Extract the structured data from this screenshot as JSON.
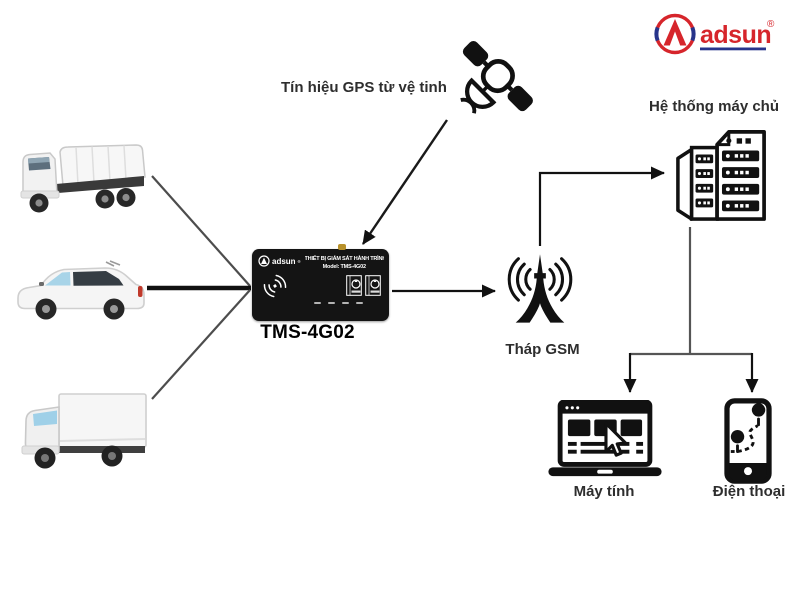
{
  "brand": {
    "name": "adsun",
    "registered_mark": "®"
  },
  "labels": {
    "gps_signal": "Tín hiệu GPS từ vệ tinh",
    "server_system": "Hệ thống máy chủ",
    "gsm_tower": "Tháp GSM",
    "computer": "Máy tính",
    "phone": "Điện thoại",
    "device_model": "TMS-4G02"
  },
  "device": {
    "brand": "adsun",
    "registered_mark": "®",
    "title": "THIẾT BỊ GIÁM SÁT HÀNH TRÌNH",
    "model_line": "Model: TMS-4G02"
  },
  "colors": {
    "brand_red": "#d6252b",
    "brand_blue": "#27348b",
    "icon_black": "#111111",
    "line_gray": "#4d4d4d",
    "label_text": "#2e2e2e",
    "device_body": "#141414",
    "antenna_gold": "#b8912a",
    "window_blue": "#a8d4e8",
    "taillight_red": "#c0392b"
  },
  "icons": {
    "satellite": "satellite-icon",
    "server_system": "server-rack-icon",
    "gsm_tower": "radio-tower-icon",
    "computer": "laptop-icon",
    "phone": "smartphone-icon",
    "vehicle_1": "dump-truck-icon",
    "vehicle_2": "minivan-icon",
    "vehicle_3": "box-truck-icon",
    "device_wifi": "signal-arcs-icon",
    "brand_logo": "adsun-logo"
  },
  "diagram": {
    "nodes": [
      {
        "id": "dump-truck",
        "type": "vehicle"
      },
      {
        "id": "minivan",
        "type": "vehicle"
      },
      {
        "id": "box-truck",
        "type": "vehicle"
      },
      {
        "id": "satellite",
        "label": "Tín hiệu GPS từ vệ tinh"
      },
      {
        "id": "tracking-device",
        "label": "TMS-4G02"
      },
      {
        "id": "gsm-tower",
        "label": "Tháp GSM"
      },
      {
        "id": "server",
        "label": "Hệ thống máy chủ"
      },
      {
        "id": "computer",
        "label": "Máy tính"
      },
      {
        "id": "phone",
        "label": "Điện thoại"
      }
    ],
    "edges": [
      {
        "from": "dump-truck",
        "to": "tracking-device"
      },
      {
        "from": "minivan",
        "to": "tracking-device"
      },
      {
        "from": "box-truck",
        "to": "tracking-device"
      },
      {
        "from": "satellite",
        "to": "tracking-device"
      },
      {
        "from": "tracking-device",
        "to": "gsm-tower"
      },
      {
        "from": "gsm-tower",
        "to": "server"
      },
      {
        "from": "server",
        "to": "computer"
      },
      {
        "from": "server",
        "to": "phone"
      }
    ]
  }
}
